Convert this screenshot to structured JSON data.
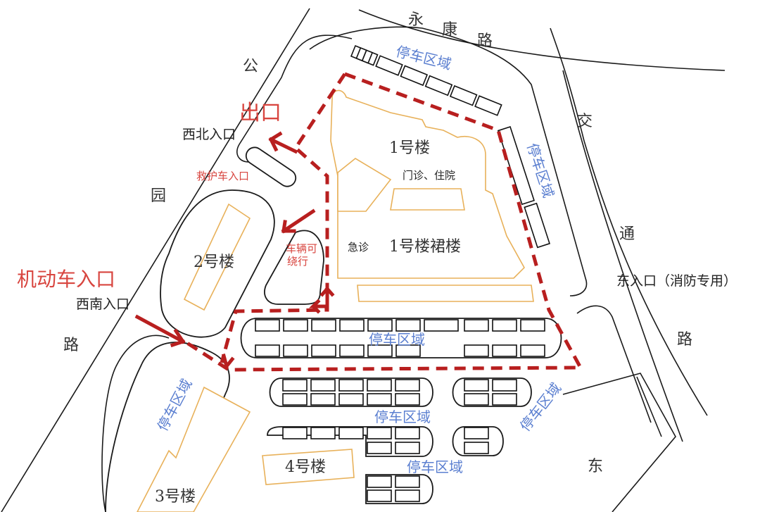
{
  "map": {
    "roads": {
      "north": [
        "永",
        "康",
        "路"
      ],
      "east": [
        "交",
        "通",
        "路"
      ],
      "west": [
        "公",
        "园",
        "路"
      ],
      "southeast": "东"
    },
    "buildings": {
      "b1": "1号楼",
      "b1_sub": "门诊、住院",
      "b1_podium": "1号楼裙楼",
      "emergency": "急诊",
      "b2": "2号楼",
      "b3": "3号楼",
      "b4": "4号楼"
    },
    "entrances": {
      "northwest": "西北入口",
      "southwest": "西南入口",
      "east": "东入口（消防专用）",
      "exit": "出口",
      "motor_entry": "机动车入口",
      "ambulance": "救护车入口",
      "loop_line1": "车辆可",
      "loop_line2": "绕行"
    },
    "parking": {
      "north": "停车区域",
      "east": "停车区域",
      "center": "停车区域",
      "south1": "停车区域",
      "south2": "停车区域",
      "southeast": "停车区域",
      "southwest": "停车区域"
    },
    "colors": {
      "route": "#b81f1f",
      "label_red": "#d8453f",
      "parking_blue": "#5b7fd0",
      "building_outline": "#e8b15a"
    }
  }
}
